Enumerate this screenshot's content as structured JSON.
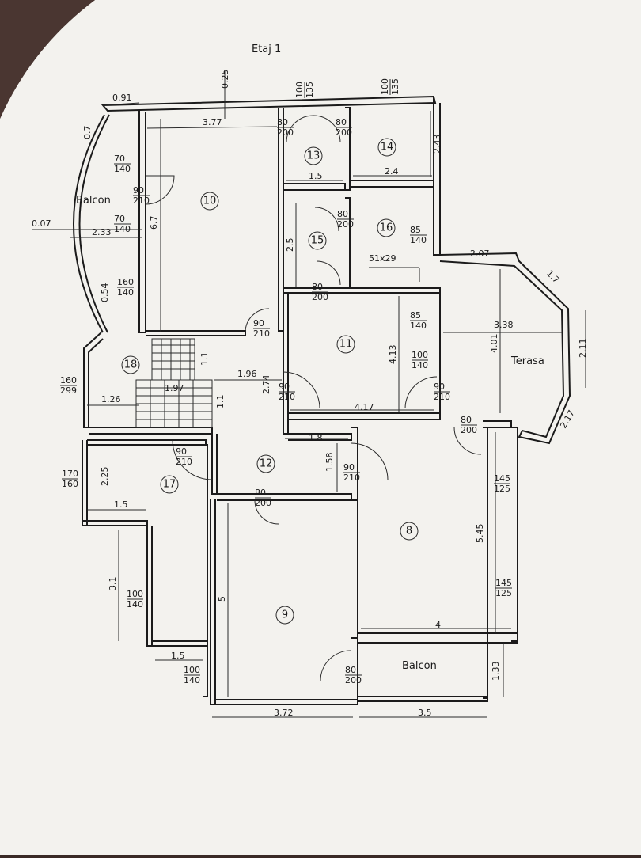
{
  "title": "Etaj 1",
  "rooms": [
    {
      "id": "r10",
      "num": "10"
    },
    {
      "id": "r13",
      "num": "13"
    },
    {
      "id": "r14",
      "num": "14"
    },
    {
      "id": "r15",
      "num": "15"
    },
    {
      "id": "r16",
      "num": "16"
    },
    {
      "id": "r11",
      "num": "11"
    },
    {
      "id": "r18",
      "num": "18"
    },
    {
      "id": "r12",
      "num": "12"
    },
    {
      "id": "r17",
      "num": "17"
    },
    {
      "id": "r8",
      "num": "8"
    },
    {
      "id": "r9",
      "num": "9"
    }
  ],
  "labels": {
    "balcon_left": "Balcon",
    "balcon_bottom": "Balcon",
    "terasa": "Terasa",
    "niche": "51x29"
  },
  "dims": {
    "d091": "0.91",
    "d025": "0.25",
    "d377": "3.77",
    "d07": "0.7",
    "d007": "0.07",
    "d233": "2.33",
    "d054": "0.54",
    "d67": "6.7",
    "d15a": "1.5",
    "d24": "2.4",
    "d243": "2.43",
    "d25": "2.5",
    "d207": "2.07",
    "d17": "1.7",
    "d338": "3.38",
    "d401": "4.01",
    "d211": "2.11",
    "d217": "2.17",
    "d413": "4.13",
    "d417": "4.17",
    "d11a": "1.1",
    "d196": "1.96",
    "d274": "2.74",
    "d197": "1.97",
    "d11b": "1.1",
    "d126": "1.26",
    "d18": "1.8",
    "d158": "1.58",
    "d225": "2.25",
    "d15b": "1.5",
    "d31": "3.1",
    "d15c": "1.5",
    "d5": "5",
    "d545": "5.45",
    "d4": "4",
    "d372": "3.72",
    "d35": "3.5",
    "d133": "1.33"
  },
  "openings": [
    {
      "id": "o1",
      "top": "70",
      "bottom": "140"
    },
    {
      "id": "o2",
      "top": "90",
      "bottom": "210"
    },
    {
      "id": "o3",
      "top": "70",
      "bottom": "140"
    },
    {
      "id": "o4",
      "top": "160",
      "bottom": "140"
    },
    {
      "id": "o5",
      "top": "80",
      "bottom": "200"
    },
    {
      "id": "o6",
      "top": "80",
      "bottom": "200"
    },
    {
      "id": "o7",
      "top": "80",
      "bottom": "200"
    },
    {
      "id": "o8",
      "top": "85",
      "bottom": "140"
    },
    {
      "id": "o9",
      "top": "80",
      "bottom": "200"
    },
    {
      "id": "o10",
      "top": "90",
      "bottom": "210"
    },
    {
      "id": "o11",
      "top": "85",
      "bottom": "140"
    },
    {
      "id": "o12",
      "top": "100",
      "bottom": "140"
    },
    {
      "id": "o13",
      "top": "90",
      "bottom": "210"
    },
    {
      "id": "o14",
      "top": "90",
      "bottom": "210"
    },
    {
      "id": "o15",
      "top": "160",
      "bottom": "299"
    },
    {
      "id": "o16",
      "top": "80",
      "bottom": "200"
    },
    {
      "id": "o17",
      "top": "90",
      "bottom": "210"
    },
    {
      "id": "o18",
      "top": "90",
      "bottom": "210"
    },
    {
      "id": "o19",
      "top": "145",
      "bottom": "125"
    },
    {
      "id": "o20",
      "top": "170",
      "bottom": "160"
    },
    {
      "id": "o21",
      "top": "80",
      "bottom": "200"
    },
    {
      "id": "o22",
      "top": "100",
      "bottom": "140"
    },
    {
      "id": "o23",
      "top": "145",
      "bottom": "125"
    },
    {
      "id": "o24",
      "top": "100",
      "bottom": "140"
    },
    {
      "id": "o25",
      "top": "80",
      "bottom": "200"
    }
  ],
  "windows_top": [
    {
      "id": "w1",
      "top": "100",
      "bottom": "135"
    },
    {
      "id": "w2",
      "top": "100",
      "bottom": "135"
    }
  ]
}
